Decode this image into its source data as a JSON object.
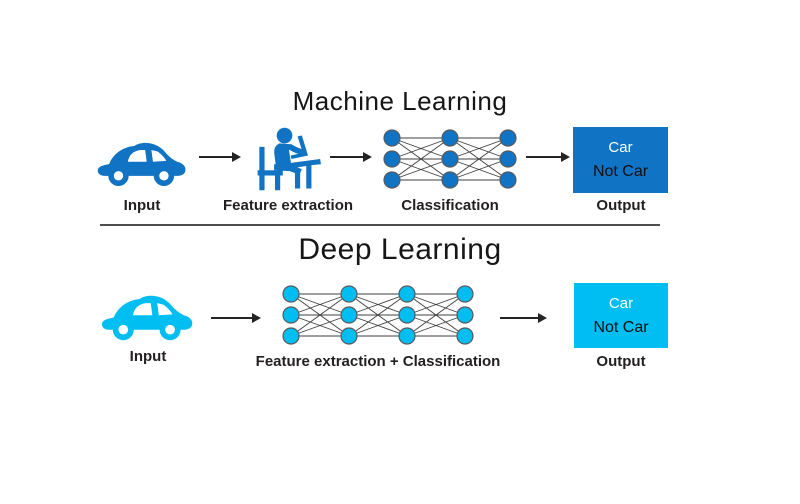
{
  "colors": {
    "ml_blue": "#1173C4",
    "dl_blue": "#00BDF2",
    "node_stroke": "#58595B",
    "link": "#3F3F3F",
    "arrow": "#242424",
    "divider": "#4D4D4D",
    "label_text": "#231F20",
    "output_text_light": "#FFFFFF",
    "output_text_dark": "#0E0F10"
  },
  "ml": {
    "title": "Machine Learning",
    "color": "#1173C4",
    "input_label": "Input",
    "feature_label": "Feature extraction",
    "classification_label": "Classification",
    "output_label": "Output",
    "output_box": {
      "line1": "Car",
      "line2": "Not Car"
    },
    "network": {
      "layers": 3,
      "nodes_per_layer": 3
    }
  },
  "dl": {
    "title": "Deep Learning",
    "color": "#00BDF2",
    "input_label": "Input",
    "feature_label": "Feature extraction + Classification",
    "output_label": "Output",
    "output_box": {
      "line1": "Car",
      "line2": "Not Car"
    },
    "network": {
      "layers": 4,
      "nodes_per_layer": 3
    }
  }
}
